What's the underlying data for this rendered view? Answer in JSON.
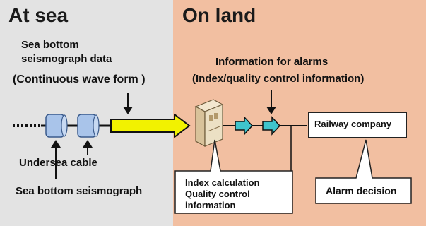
{
  "sea": {
    "heading": "At sea",
    "data_label_line1": "Sea bottom",
    "data_label_line2": "seismograph data",
    "data_label_line3": "(Continuous wave form )",
    "cable_label": "Undersea cable",
    "seismograph_label": "Sea bottom seismograph"
  },
  "land": {
    "heading": "On land",
    "alarm_info_line1": "Information for alarms",
    "alarm_info_line2": "(Index/quality control information)",
    "railway_company": "Railway company",
    "alarm_decision": "Alarm decision",
    "index_line1": "Index calculation",
    "index_line2": "Quality control",
    "index_line3": "information"
  },
  "colors": {
    "sea_bg": "#e3e3e3",
    "land_bg": "#f2bfa1",
    "arrow_yellow": "#f2f200",
    "arrow_cyan": "#3fc4cc",
    "seismograph_blue": "#a9c4ea"
  }
}
